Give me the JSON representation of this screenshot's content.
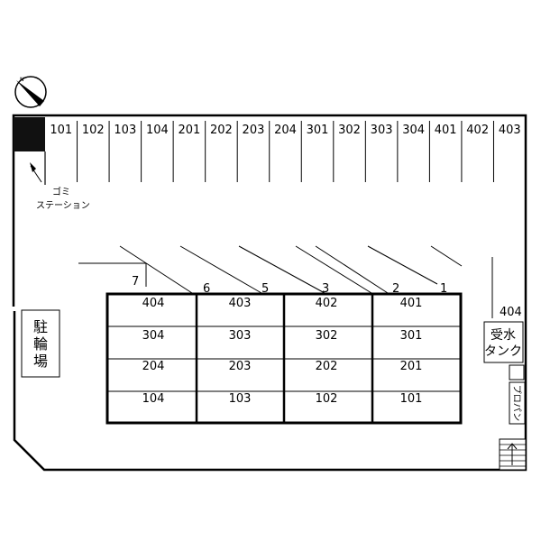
{
  "north_label": "N",
  "garbage": {
    "line1": "ゴミ",
    "line2": "ステーション"
  },
  "bicycle_parking": [
    "駐",
    "輪",
    "場"
  ],
  "water_tank": {
    "line1": "受水",
    "line2": "タンク"
  },
  "propane": "プロパン",
  "top_parking": [
    "101",
    "102",
    "103",
    "104",
    "201",
    "202",
    "203",
    "204",
    "301",
    "302",
    "303",
    "304",
    "401",
    "402",
    "403"
  ],
  "right_parking": "404",
  "diagonal_parking": [
    "7",
    "6",
    "5",
    "3",
    "2",
    "1"
  ],
  "building": {
    "rows": [
      [
        "404",
        "403",
        "402",
        "401"
      ],
      [
        "304",
        "303",
        "302",
        "301"
      ],
      [
        "204",
        "203",
        "202",
        "201"
      ],
      [
        "104",
        "103",
        "102",
        "101"
      ]
    ]
  },
  "colors": {
    "line": "#000000",
    "background": "#ffffff"
  }
}
